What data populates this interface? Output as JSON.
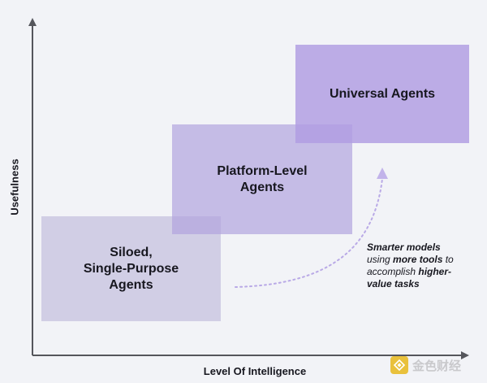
{
  "axes": {
    "y_label": "Usefulness",
    "x_label": "Level Of Intelligence"
  },
  "boxes": {
    "siloed": "Siloed,\nSingle-Purpose\nAgents",
    "platform": "Platform-Level\nAgents",
    "universal": "Universal Agents"
  },
  "annotation": {
    "p1": "Smarter models",
    "p2": "using ",
    "p3": "more tools",
    "p4": " to",
    "p5": "accomplish ",
    "p6": "higher-",
    "p7": "value tasks"
  },
  "watermark": {
    "text": "金色财经"
  },
  "colors": {
    "siloed_box": "#c8c4e0",
    "platform_box": "#b2a4de",
    "universal_box": "#b09ce2",
    "axis": "#55565c",
    "curve": "#b9a9e6"
  }
}
